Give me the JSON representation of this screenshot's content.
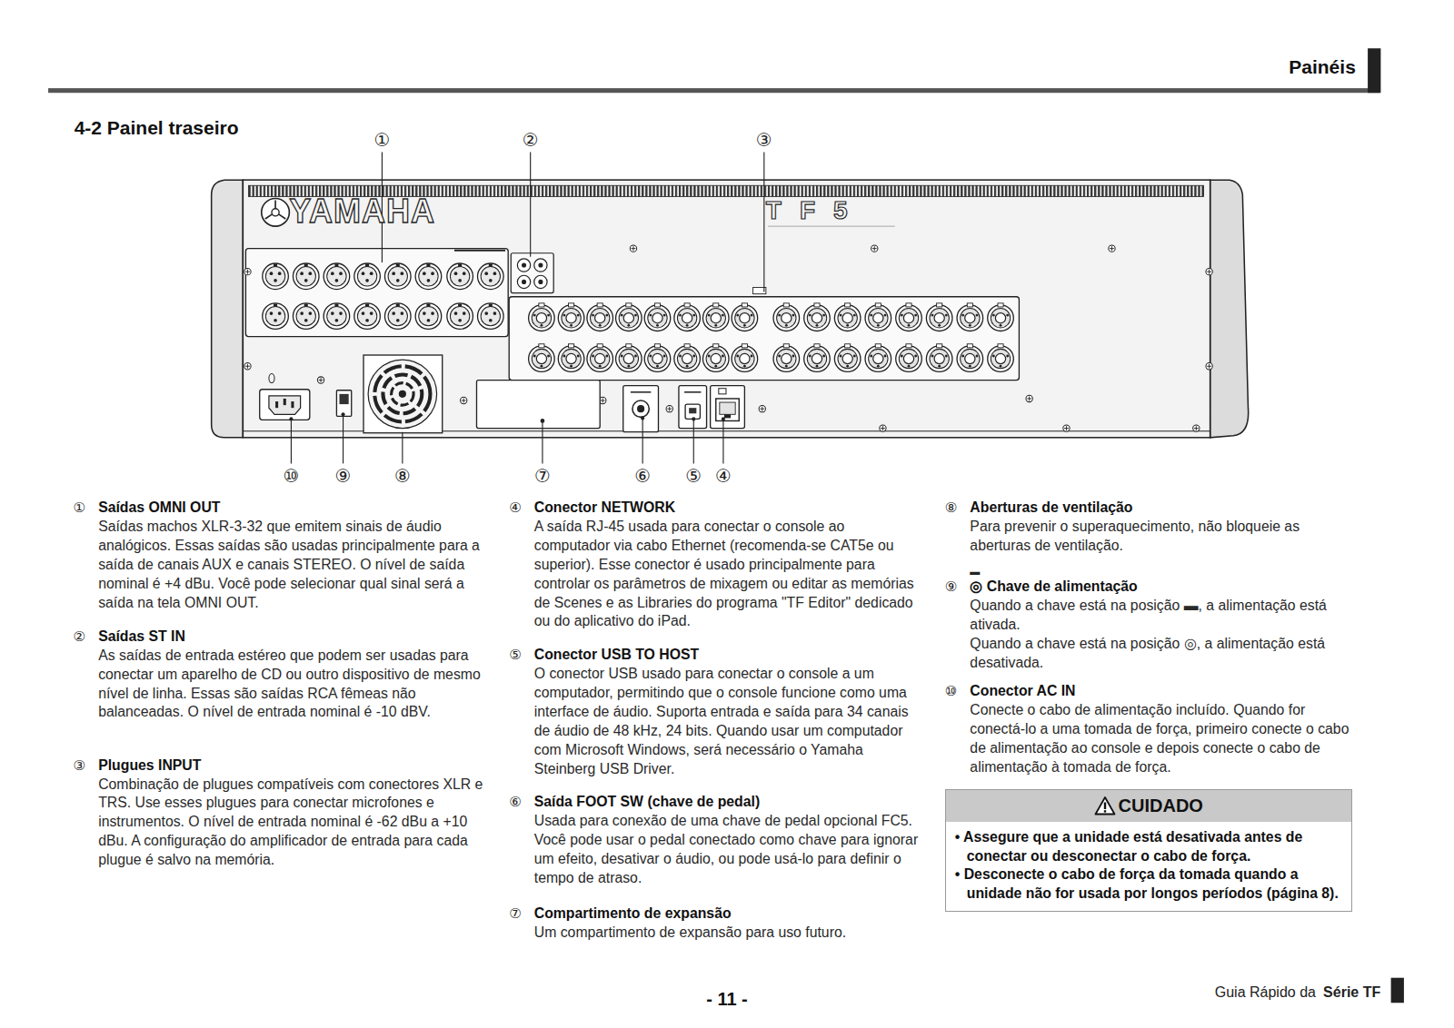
{
  "diagram": {
    "title": "4-2 Painel traseiro",
    "nodes": [
      {
        "text": [
          "CUIDADO",
          "• Assegure que a unidade está desativada antes de conectar ou desconectar o cabo de força.",
          "• Desconecte o cabo de força da tomada quando a unidade não for usada por longos períodos (página 8)."
        ]
      }
    ],
    "labels": [
      "Painéis",
      "①",
      "②",
      "③",
      "YAMAHA",
      "TF5",
      "⑩",
      "⑨",
      "⑧",
      "⑦",
      "⑥",
      "⑤",
      "④",
      "①",
      "Saídas OMNI OUT",
      "Saídas machos XLR-3-32 que emitem sinais de áudio analógicos. Essas saídas são usadas principalmente para a saída de canais AUX e canais STEREO. O nível de saída nominal é +4 dBu. Você pode selecionar qual sinal será a saída na tela OMNI OUT.",
      "②",
      "Saídas ST IN",
      "As saídas de entrada estéreo que podem ser usadas para conectar um aparelho de CD ou outro dispositivo de mesmo nível de linha. Essas são saídas RCA fêmeas não balanceadas. O nível de entrada nominal é -10 dBV.",
      "③",
      "Plugues INPUT",
      "Combinação de plugues compatíveis com conectores XLR e TRS. Use esses plugues para conectar microfones e instrumentos. O nível de entrada nominal é -62 dBu a +10 dBu. A configuração do amplificador de entrada para cada plugue é salvo na memória.",
      "④",
      "Conector NETWORK",
      "A saída RJ-45 usada para conectar o console ao computador via cabo Ethernet (recomenda-se CAT5e ou superior). Esse conector é usado principalmente para controlar os parâmetros de mixagem ou editar as memórias de Scenes e as Libraries do programa \"TF Editor\" dedicado ou do aplicativo do iPad.",
      "⑤",
      "Conector USB TO HOST",
      "O conector USB usado para conectar o console a um computador, permitindo que o console funcione como uma interface de áudio. Suporta entrada e saída para 34 canais de áudio de 48 kHz, 24 bits. Quando usar um computador com Microsoft Windows, será necessário o Yamaha Steinberg USB Driver.",
      "⑥",
      "Saída FOOT SW (chave de pedal)",
      "Usada para conexão de uma chave de pedal opcional FC5. Você pode usar o pedal conectado como chave para ignorar um efeito, desativar o áudio, ou pode usá-lo para definir o tempo de atraso.",
      "⑦",
      "Compartimento de expansão",
      "Um compartimento de expansão para uso futuro.",
      "⑧",
      "Aberturas de ventilação",
      "Para prevenir o superaquecimento, não bloqueie as aberturas de ventilação.",
      "▬",
      "⑨",
      "◎ Chave de alimentação",
      "Quando a chave está na posição ▬, a alimentação está ativada.",
      "Quando a chave está na posição ◎, a alimentação está desativada.",
      "⑩",
      "Conector AC IN",
      "Conecte o cabo de alimentação incluído. Quando for conectá-lo a uma tomada de força, primeiro conecte o cabo de alimentação ao console e depois conecte o cabo de alimentação à tomada de força.",
      "- 11 -",
      "Guia Rápido da",
      "Série TF"
    ]
  }
}
